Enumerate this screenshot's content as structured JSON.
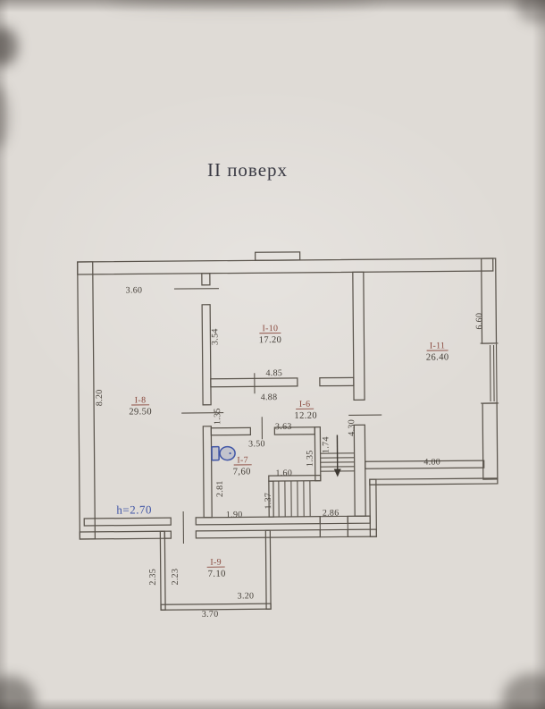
{
  "title": "ІІ поверх",
  "notes": {
    "height": "h=2.70"
  },
  "colors": {
    "paper": "#dfdbd6",
    "ink_lines": "#5a544c",
    "dimension_text": "#46413a",
    "room_label": "#8a4a3f",
    "blue_ink": "#4156a6"
  },
  "rooms": [
    {
      "id": "І-8",
      "area": "29.50"
    },
    {
      "id": "І-10",
      "area": "17.20"
    },
    {
      "id": "І-11",
      "area": "26.40"
    },
    {
      "id": "І-6",
      "area": "12.20"
    },
    {
      "id": "І-7",
      "area": "7,60"
    },
    {
      "id": "І-9",
      "area": "7.10"
    }
  ],
  "dims": [
    {
      "v": "3.60"
    },
    {
      "v": "8.20"
    },
    {
      "v": "3.54"
    },
    {
      "v": "4.85"
    },
    {
      "v": "4.88"
    },
    {
      "v": "1.35"
    },
    {
      "v": "3.63"
    },
    {
      "v": "3.50"
    },
    {
      "v": "1.60"
    },
    {
      "v": "1.35"
    },
    {
      "v": "1.74"
    },
    {
      "v": "4.30"
    },
    {
      "v": "2.81"
    },
    {
      "v": "1.37"
    },
    {
      "v": "1.90"
    },
    {
      "v": "2.86"
    },
    {
      "v": "4.00"
    },
    {
      "v": "6.60"
    },
    {
      "v": "2.35"
    },
    {
      "v": "2.23"
    },
    {
      "v": "3.20"
    },
    {
      "v": "3.70"
    }
  ],
  "icons": [
    {
      "name": "toilet-icon"
    },
    {
      "name": "stairs-down-arrow-icon"
    }
  ]
}
